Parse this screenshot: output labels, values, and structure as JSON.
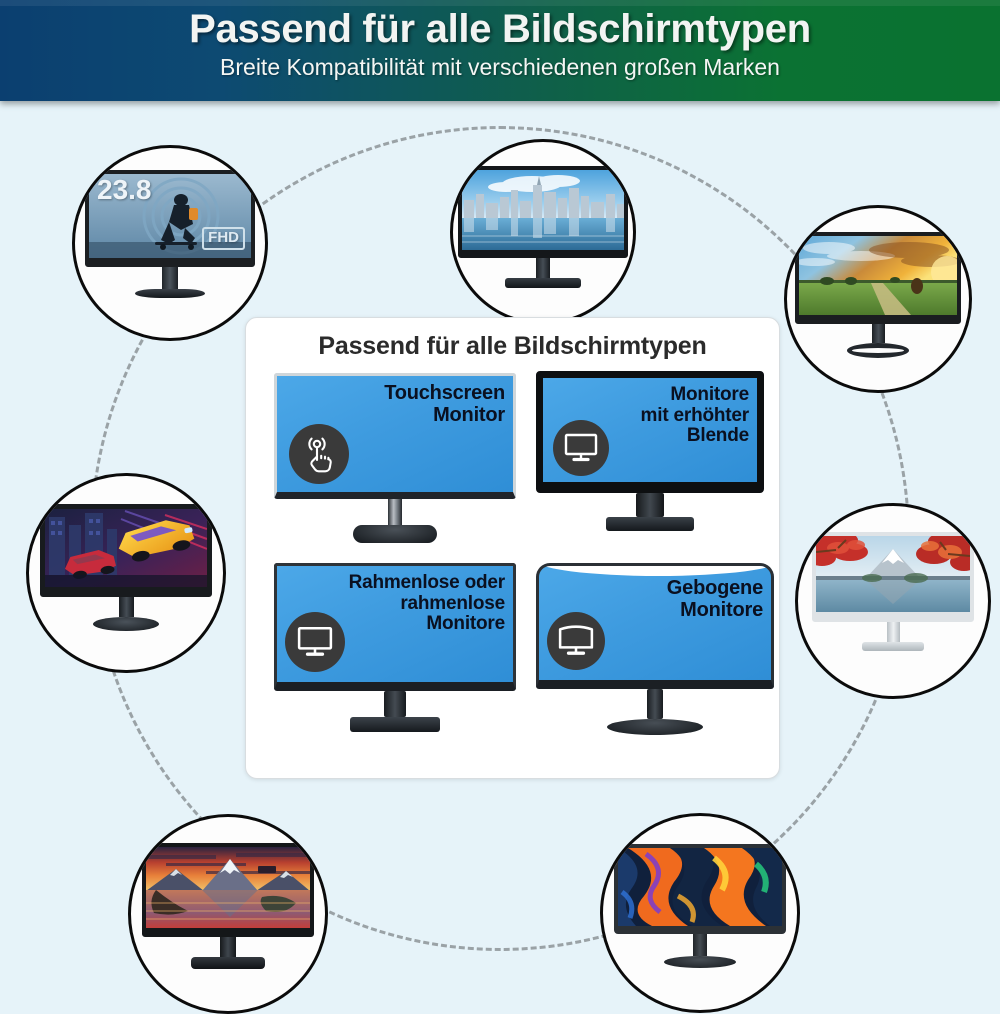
{
  "header": {
    "title": "Passend für alle Bildschirmtypen",
    "subtitle": "Breite Kompatibilität mit verschiedenen großen Marken",
    "gradient_start": "#0b3f70",
    "gradient_end": "#0a7230"
  },
  "panel": {
    "title": "Passend für alle Bildschirmtypen",
    "background": "#ffffff",
    "border_color": "#d8dde0",
    "screen_color": "#3e9bdf",
    "badge_color": "#3a3a3a",
    "cards": [
      {
        "id": "touchscreen",
        "label": "Touchscreen\nMonitor",
        "line1": "Touchscreen",
        "line2": "Monitor",
        "line3": "",
        "icon": "touch-hand-icon",
        "style": "flat-thin-bezel"
      },
      {
        "id": "raised-bezel",
        "label": "Monitore mit erhöhter Blende",
        "line1": "Monitore",
        "line2": "mit erhöhter",
        "line3": "Blende",
        "icon": "monitor-icon",
        "style": "thick-bezel"
      },
      {
        "id": "frameless",
        "label": "Rahmenlose oder rahmenlose Monitore",
        "line1": "Rahmenlose oder",
        "line2": "rahmenlose",
        "line3": "Monitore",
        "icon": "monitor-icon",
        "style": "frameless"
      },
      {
        "id": "curved",
        "label": "Gebogene Monitore",
        "line1": "Gebogene",
        "line2": "Monitore",
        "line3": "",
        "icon": "curved-monitor-icon",
        "style": "curved"
      }
    ]
  },
  "bubbles": [
    {
      "id": "top-left",
      "name": "monitor-photo-fhd",
      "caption_overlay": "23.8",
      "caption_overlay2": "FHD",
      "scene": "skateboarder-blue"
    },
    {
      "id": "top-center",
      "name": "monitor-photo-cityscape",
      "caption_overlay": "",
      "caption_overlay2": "",
      "scene": "city-skyline-water"
    },
    {
      "id": "top-right",
      "name": "monitor-photo-sunset-field",
      "caption_overlay": "",
      "caption_overlay2": "",
      "scene": "sunset-wheat-field"
    },
    {
      "id": "mid-left",
      "name": "monitor-photo-racing-game",
      "caption_overlay": "",
      "caption_overlay2": "",
      "scene": "racing-cars-neon-city"
    },
    {
      "id": "mid-right",
      "name": "monitor-photo-mount-fuji",
      "caption_overlay": "",
      "caption_overlay2": "",
      "scene": "fuji-red-maple-lake"
    },
    {
      "id": "bottom-left",
      "name": "monitor-photo-mountain-sunset",
      "caption_overlay": "",
      "caption_overlay2": "",
      "scene": "matterhorn-sunset-lake"
    },
    {
      "id": "bottom-right",
      "name": "monitor-photo-curved-abstract",
      "caption_overlay": "",
      "caption_overlay2": "",
      "scene": "abstract-orange-waves-curved"
    }
  ],
  "background_color": "#e6f3f9",
  "dashed_ring_color": "#9aa2a6"
}
